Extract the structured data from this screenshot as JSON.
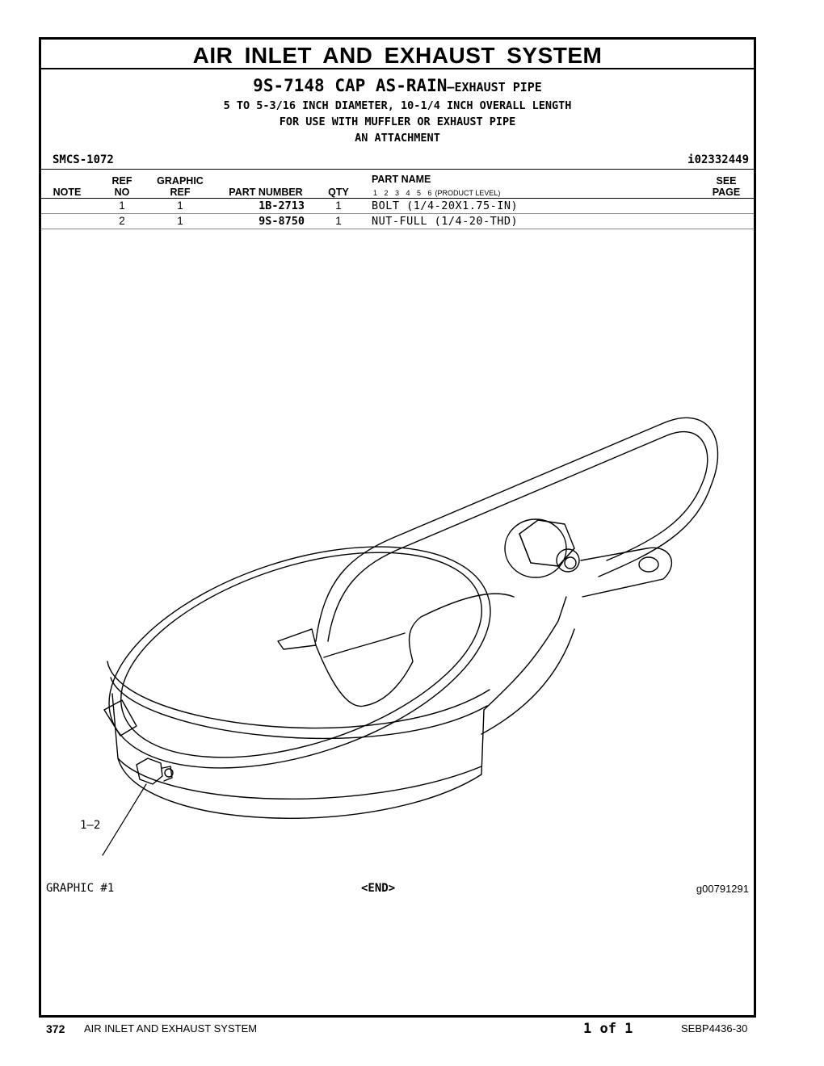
{
  "section_title": "AIR INLET AND EXHAUST SYSTEM",
  "part": {
    "number": "9S-7148",
    "name": "CAP AS-RAIN",
    "sub": "—EXHAUST PIPE",
    "desc_lines": [
      "5 TO 5-3/16 INCH DIAMETER, 10-1/4 INCH OVERALL LENGTH",
      "FOR USE WITH MUFFLER OR EXHAUST PIPE",
      "AN ATTACHMENT"
    ]
  },
  "smcs": "SMCS-1072",
  "ident": "i02332449",
  "table": {
    "headers": {
      "note": "NOTE",
      "ref_1": "REF",
      "ref_2": "NO",
      "graphic_1": "GRAPHIC",
      "graphic_2": "REF",
      "part_number": "PART NUMBER",
      "qty": "QTY",
      "part_name": "PART NAME",
      "levels": "1 2 3 4 5 6",
      "product_level": "(PRODUCT LEVEL)",
      "see_1": "SEE",
      "see_2": "PAGE"
    },
    "rows": [
      {
        "ref_no": "1",
        "graphic_ref": "1",
        "part_number": "1B-2713",
        "qty": "1",
        "part_name": "BOLT (1/4-20X1.75-IN)"
      },
      {
        "ref_no": "2",
        "graphic_ref": "1",
        "part_number": "9S-8750",
        "qty": "1",
        "part_name": "NUT-FULL (1/4-20-THD)"
      }
    ]
  },
  "illustration": {
    "callout": "1–2",
    "graphic_label": "GRAPHIC #1",
    "end_label": "<END>",
    "graphic_number": "g00791291"
  },
  "footer": {
    "page_number": "372",
    "section": "AIR INLET AND EXHAUST SYSTEM",
    "page_of": "1 of 1",
    "doc_number": "SEBP4436-30"
  }
}
